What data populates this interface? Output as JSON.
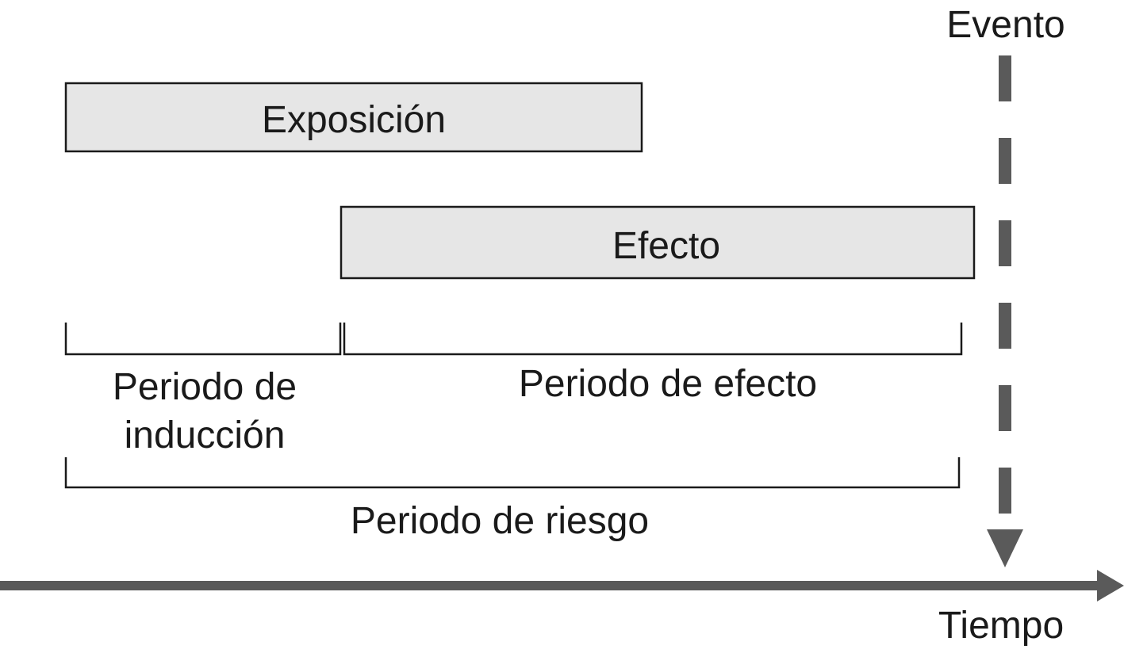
{
  "labels": {
    "event": "Evento",
    "exposure": "Exposición",
    "effect": "Efecto",
    "induction_line1": "Periodo de",
    "induction_line2": "inducción",
    "effect_period": "Periodo de efecto",
    "risk_period": "Periodo de riesgo",
    "time_axis": "Tiempo"
  },
  "colors": {
    "box_fill": "#e6e6e6",
    "box_stroke": "#1a1a1a",
    "arrow": "#5a5a5a",
    "bracket": "#1a1a1a"
  }
}
